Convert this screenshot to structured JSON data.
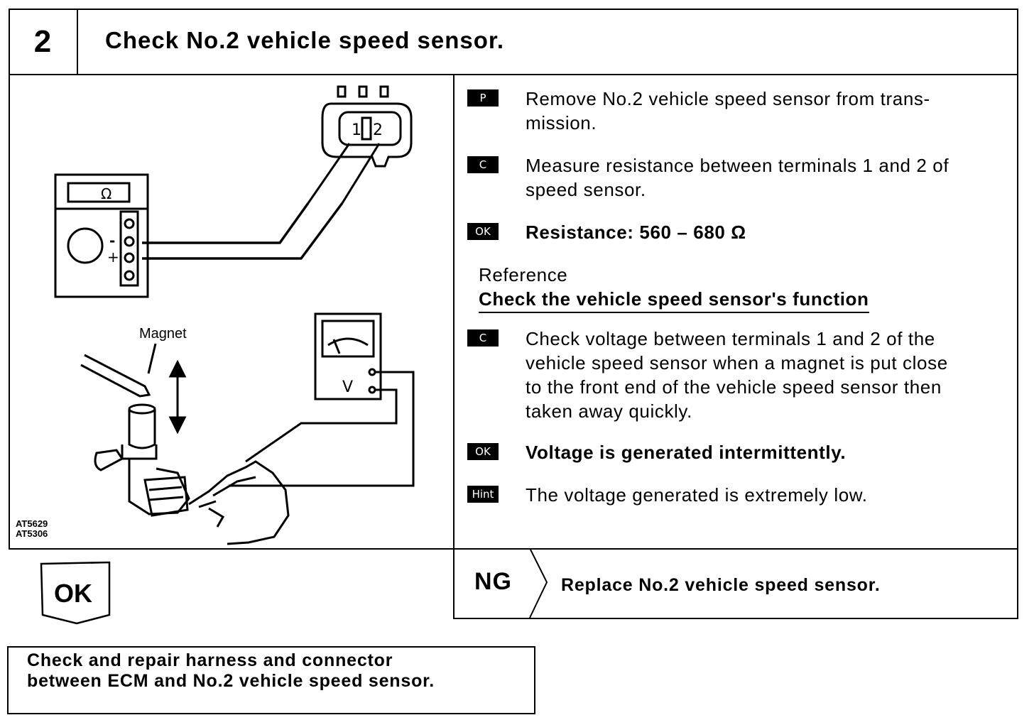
{
  "header": {
    "step_number": "2",
    "title": "Check No.2 vehicle speed sensor."
  },
  "figure": {
    "ohm_symbol": "Ω",
    "minus": "-",
    "plus": "+",
    "magnet_label": "Magnet",
    "connector_pins": [
      "1",
      "2"
    ],
    "voltmeter_symbol": "V",
    "codes": [
      "AT5629",
      "AT5306"
    ]
  },
  "steps": [
    {
      "badge": "P",
      "text": "Remove No.2 vehicle speed sensor from trans-mission.",
      "lines": [
        "Remove No.2 vehicle speed sensor from trans-",
        "mission."
      ],
      "bold": false
    },
    {
      "badge": "C",
      "lines": [
        "Measure resistance between terminals 1 and 2 of",
        "speed sensor."
      ],
      "bold": false
    },
    {
      "badge": "OK",
      "lines": [
        "Resistance:   560 – 680 Ω"
      ],
      "bold": true
    },
    {
      "badge": "C",
      "lines": [
        "Check voltage between terminals 1 and 2 of the",
        "vehicle speed sensor when a magnet is put close",
        "to the front end of the vehicle speed sensor then",
        "taken away quickly."
      ],
      "bold": false
    },
    {
      "badge": "OK",
      "lines": [
        "Voltage is generated intermittently."
      ],
      "bold": true
    },
    {
      "badge": "Hint",
      "lines": [
        "The voltage generated is extremely low."
      ],
      "bold": false
    }
  ],
  "reference": {
    "label": "Reference",
    "title": "Check the vehicle speed sensor's function"
  },
  "ng": {
    "label": "NG",
    "text": "Replace No.2 vehicle speed sensor."
  },
  "ok": {
    "label": "OK"
  },
  "action": {
    "lines": [
      "Check and repair harness and connector",
      "between ECM and No.2 vehicle speed sensor."
    ]
  }
}
